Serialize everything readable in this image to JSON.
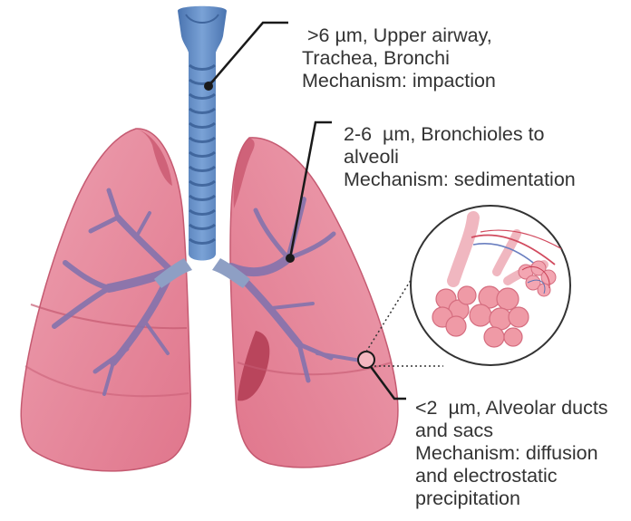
{
  "annotations": {
    "upper": {
      "lines": [
        " >6 µm, Upper airway,",
        "Trachea, Bronchi",
        "Mechanism: impaction"
      ]
    },
    "bronchioles": {
      "lines": [
        "2-6  µm, Bronchioles to",
        "alveoli",
        "Mechanism: sedimentation"
      ]
    },
    "alveolar": {
      "lines": [
        "<2  µm, Alveolar ducts",
        "and sacs",
        "Mechanism: diffusion",
        "and electrostatic",
        "precipitation"
      ]
    }
  },
  "colors": {
    "trachea_blue": "#5b86c2",
    "trachea_ring_dark": "#33588f",
    "lung_pink": "#e5788e",
    "lung_dark": "#c0485f",
    "bronchi_purple": "#8a79b3",
    "alveoli_pink": "#ef9aa6",
    "text": "#333333"
  }
}
